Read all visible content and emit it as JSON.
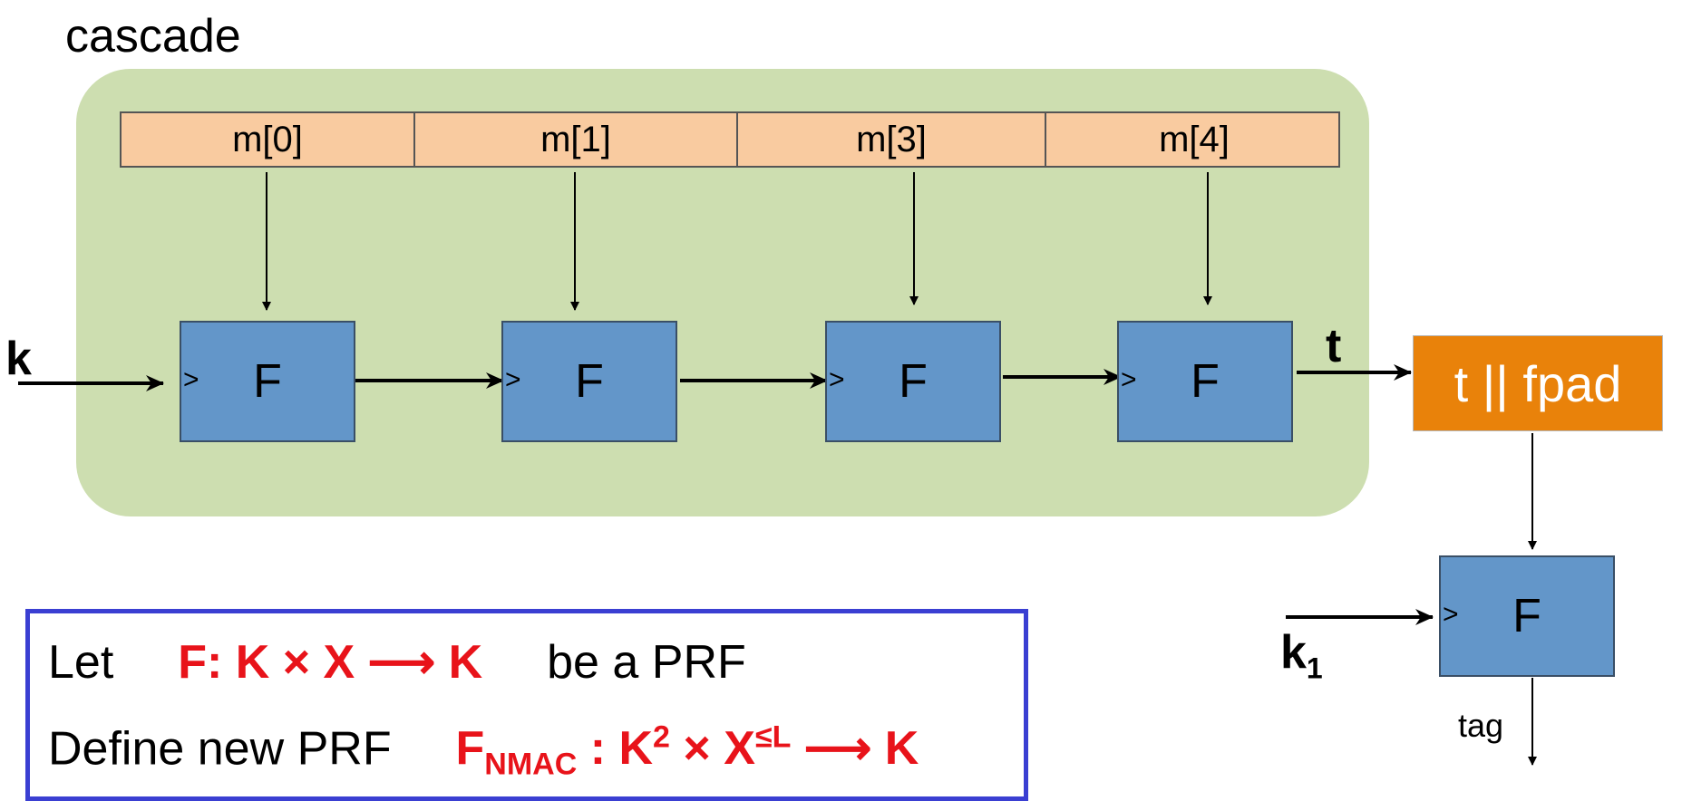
{
  "title": "cascade",
  "messages": [
    "m[0]",
    "m[1]",
    "m[3]",
    "m[4]"
  ],
  "f_label": "F",
  "gt_symbol": ">",
  "key_label": "k",
  "t_label": "t",
  "pad_label": "t || fpad",
  "k1": {
    "base": "k",
    "sub": "1"
  },
  "tag_label": "tag",
  "definition": {
    "line1": {
      "prefix": "Let",
      "formula": "F: K × X ⟶ K",
      "suffix": "be a PRF"
    },
    "line2": {
      "prefix": "Define new PRF",
      "f": "F",
      "f_sub": "NMAC",
      "colon": " : ",
      "k": "K",
      "k_sup": "2",
      "times": " × X",
      "x_sup": "≤L",
      "arrow": " ⟶ K"
    }
  },
  "colors": {
    "cascade_bg": "#cddeb0",
    "message_bar": "#f9cba0",
    "prf_box": "#6396c9",
    "pad_box": "#e9820a",
    "definition_border": "#3a3fd2",
    "formula": "#e8131a"
  }
}
